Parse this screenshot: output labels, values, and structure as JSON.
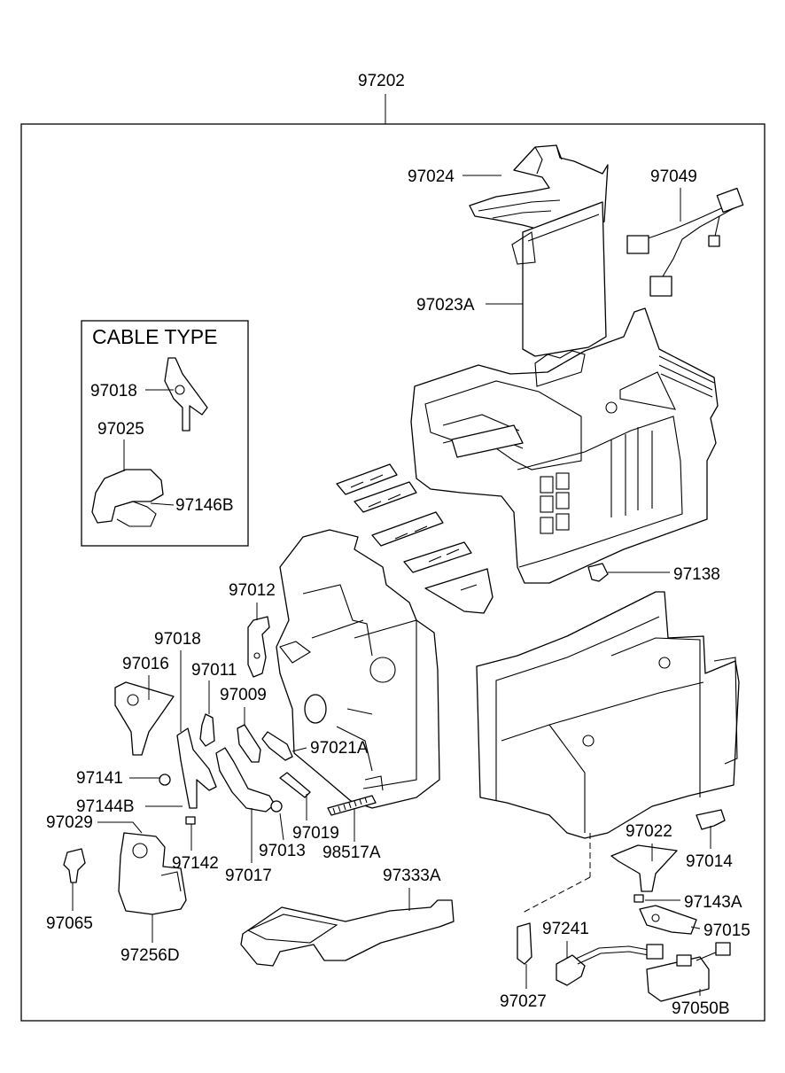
{
  "assembly_number": "97202",
  "cable_type_title": "CABLE TYPE",
  "callouts": {
    "p97024": "97024",
    "p97049": "97049",
    "p97023A": "97023A",
    "p97018_cable": "97018",
    "p97025": "97025",
    "p97146B": "97146B",
    "p97138": "97138",
    "p97012": "97012",
    "p97018": "97018",
    "p97016": "97016",
    "p97011": "97011",
    "p97009": "97009",
    "p97021A": "97021A",
    "p97141": "97141",
    "p97144B": "97144B",
    "p97029": "97029",
    "p97142": "97142",
    "p97019": "97019",
    "p97013": "97013",
    "p98517A": "98517A",
    "p97017": "97017",
    "p97065": "97065",
    "p97256D": "97256D",
    "p97333A": "97333A",
    "p97022": "97022",
    "p97014": "97014",
    "p97143A": "97143A",
    "p97015": "97015",
    "p97241": "97241",
    "p97027": "97027",
    "p97050B": "97050B"
  },
  "icons": [
    "heater-core-drawing",
    "wiring-harness-drawing",
    "evaporator-drawing",
    "housing-drawing",
    "actuator-drawing",
    "lever-drawing",
    "sensor-drawing",
    "connector-drawing"
  ]
}
